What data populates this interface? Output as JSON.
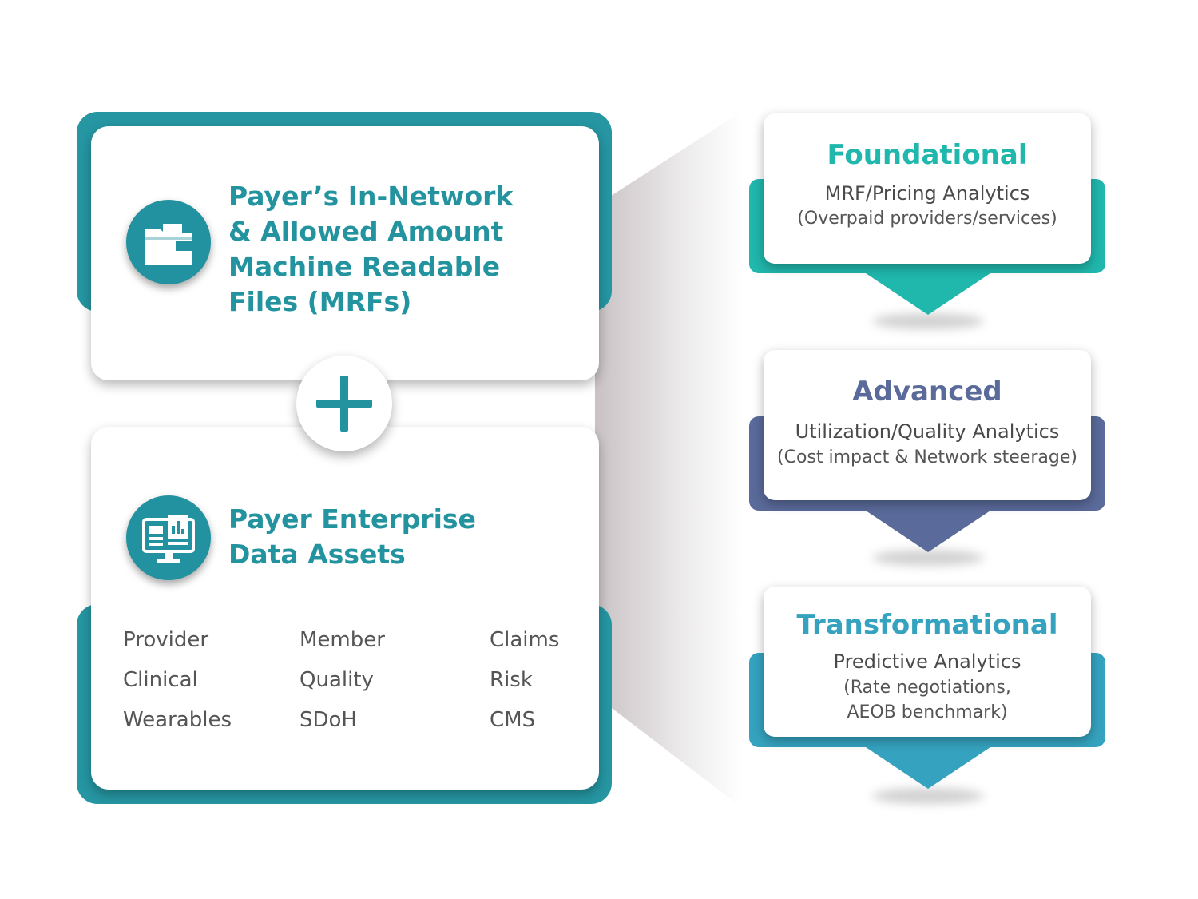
{
  "sources": {
    "mrf": {
      "title": "Payer’s In-Network\n& Allowed Amount\nMachine Readable\nFiles (MRFs)",
      "icon": "folder-file-icon"
    },
    "plus_icon": "plus-icon",
    "enterprise": {
      "title": "Payer Enterprise\nData Assets",
      "icon": "data-monitor-icon",
      "assets": [
        "Provider",
        "Member",
        "Claims",
        "Clinical",
        "Quality",
        "Risk",
        "Wearables",
        "SDoH",
        "CMS"
      ]
    }
  },
  "tiers": [
    {
      "name": "Foundational",
      "line": "MRF/Pricing Analytics",
      "sub": "(Overpaid providers/services)",
      "color": "#20b7ad"
    },
    {
      "name": "Advanced",
      "line": "Utilization/Quality Analytics",
      "sub": "(Cost impact & Network steerage)",
      "color": "#5a6a9a"
    },
    {
      "name": "Transformational",
      "line": "Predictive Analytics",
      "sub": "(Rate negotiations,\nAEOB benchmark)",
      "color": "#35a3bf"
    }
  ],
  "colors": {
    "teal": "#2596a2",
    "title": "#23949f"
  }
}
